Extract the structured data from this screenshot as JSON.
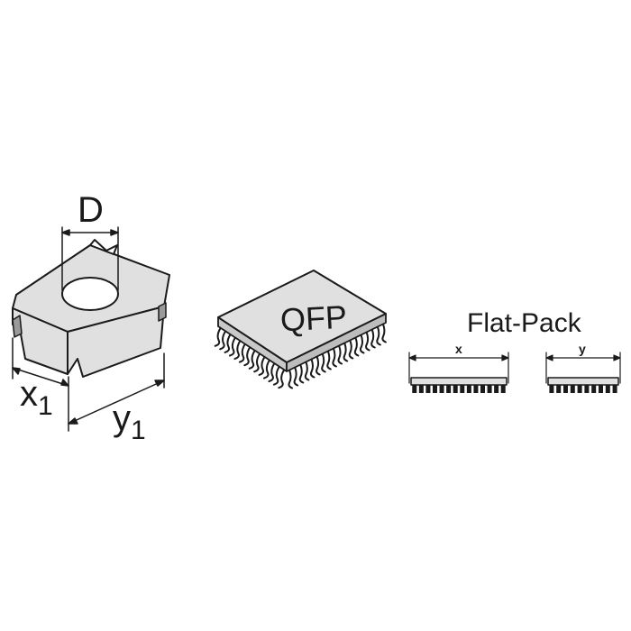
{
  "labels": {
    "d": "D",
    "x1_main": "x",
    "x1_sub": "1",
    "y1_main": "y",
    "y1_sub": "1",
    "qfp": "QFP",
    "flat_pack": "Flat-Pack",
    "x": "x",
    "y": "y"
  },
  "colors": {
    "body_fill": "#e0e0e0",
    "line": "#1a1a1a",
    "background": "#ffffff"
  },
  "icons": [
    "nozzle-icon",
    "qfp-chip-icon",
    "flat-pack-chip-icon"
  ]
}
